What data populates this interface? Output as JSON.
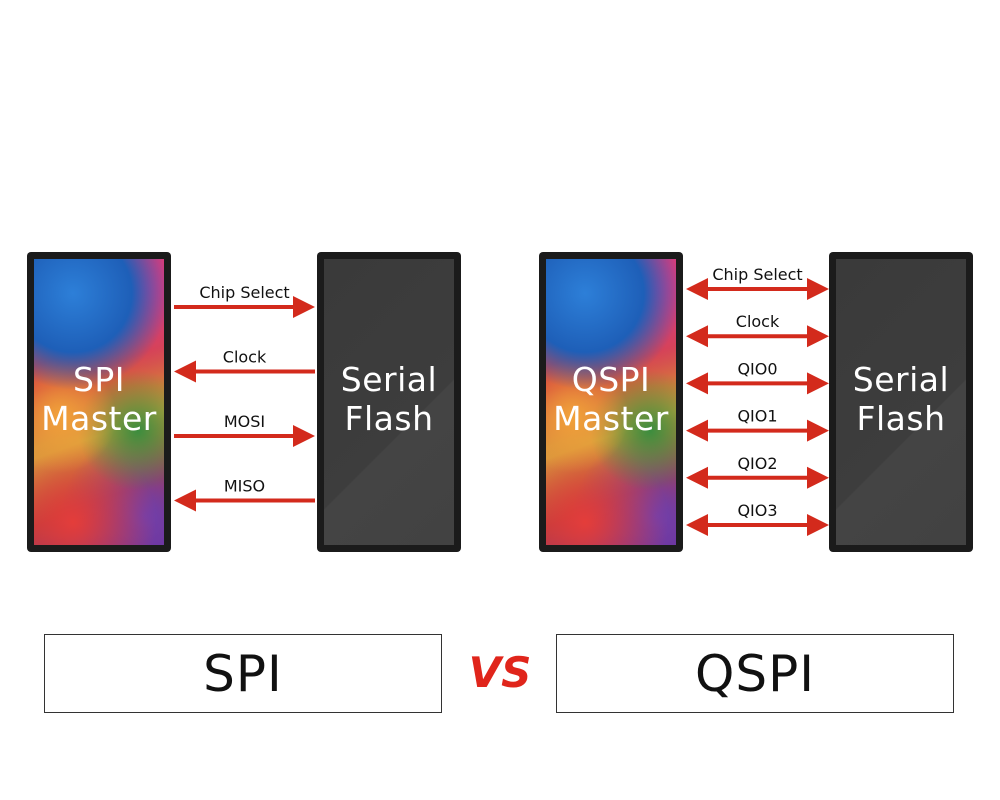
{
  "colors": {
    "arrow": "#d32a1c",
    "device_frame": "#1b1b1b",
    "flash_screen": "#3d3d3d",
    "vs_text": "#e0251b"
  },
  "spi": {
    "master_label_line1": "SPI",
    "master_label_line2": "Master",
    "flash_label_line1": "Serial",
    "flash_label_line2": "Flash",
    "signals": [
      {
        "label": "Chip Select",
        "direction": "to-flash"
      },
      {
        "label": "Clock",
        "direction": "to-master"
      },
      {
        "label": "MOSI",
        "direction": "to-flash"
      },
      {
        "label": "MISO",
        "direction": "to-master"
      }
    ],
    "title": "SPI"
  },
  "qspi": {
    "master_label_line1": "QSPI",
    "master_label_line2": "Master",
    "flash_label_line1": "Serial",
    "flash_label_line2": "Flash",
    "signals": [
      {
        "label": "Chip Select",
        "direction": "both"
      },
      {
        "label": "Clock",
        "direction": "both"
      },
      {
        "label": "QIO0",
        "direction": "both"
      },
      {
        "label": "QIO1",
        "direction": "both"
      },
      {
        "label": "QIO2",
        "direction": "both"
      },
      {
        "label": "QIO3",
        "direction": "both"
      }
    ],
    "title": "QSPI"
  },
  "vs_label": "VS"
}
